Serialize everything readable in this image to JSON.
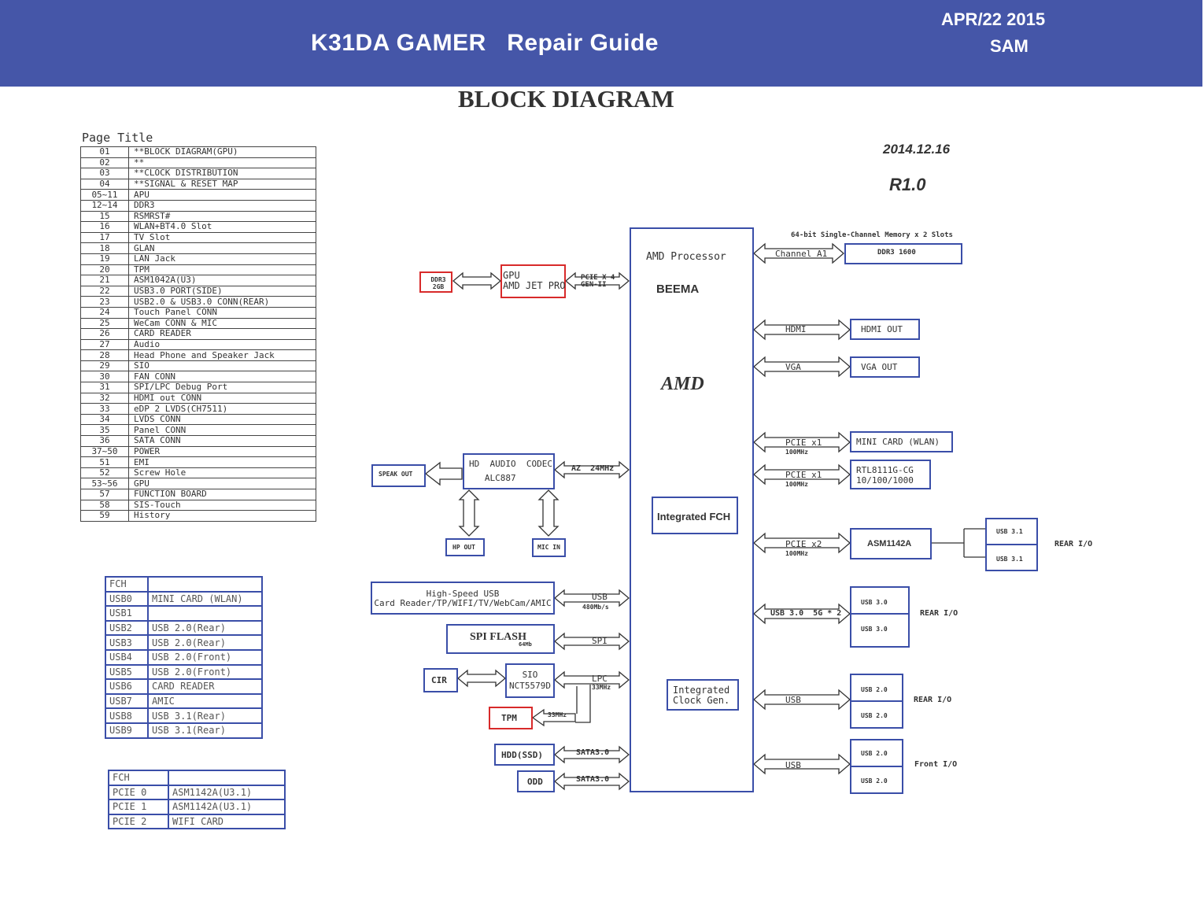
{
  "header": {
    "title": "K31DA GAMER   Repair Guide",
    "date": "APR/22 2015",
    "author": "SAM"
  },
  "heading": "BLOCK DIAGRAM",
  "revision": {
    "date": "2014.12.16",
    "rev": "R1.0"
  },
  "page_title": {
    "caption": "Page Title",
    "rows": [
      [
        "01",
        "**BLOCK DIAGRAM(GPU)"
      ],
      [
        "02",
        "**"
      ],
      [
        "03",
        "**CLOCK DISTRIBUTION"
      ],
      [
        "04",
        "**SIGNAL & RESET MAP"
      ],
      [
        "05~11",
        "APU"
      ],
      [
        "12~14",
        "DDR3"
      ],
      [
        "15",
        "RSMRST#"
      ],
      [
        "16",
        "WLAN+BT4.0 Slot"
      ],
      [
        "17",
        "TV Slot"
      ],
      [
        "18",
        "GLAN"
      ],
      [
        "19",
        "LAN Jack"
      ],
      [
        "20",
        "TPM"
      ],
      [
        "21",
        "ASM1042A(U3)"
      ],
      [
        "22",
        "USB3.0 PORT(SIDE)"
      ],
      [
        "23",
        "USB2.0 & USB3.0 CONN(REAR)"
      ],
      [
        "24",
        "Touch Panel CONN"
      ],
      [
        "25",
        "WeCam CONN & MIC"
      ],
      [
        "26",
        "CARD READER"
      ],
      [
        "27",
        "Audio"
      ],
      [
        "28",
        "Head Phone and Speaker Jack"
      ],
      [
        "29",
        "SIO"
      ],
      [
        "30",
        "FAN CONN"
      ],
      [
        "31",
        "SPI/LPC Debug Port"
      ],
      [
        "32",
        "HDMI out CONN"
      ],
      [
        "33",
        "eDP 2 LVDS(CH7511)"
      ],
      [
        "34",
        "LVDS CONN"
      ],
      [
        "35",
        "Panel CONN"
      ],
      [
        "36",
        "SATA CONN"
      ],
      [
        "37~50",
        "POWER"
      ],
      [
        "51",
        "EMI"
      ],
      [
        "52",
        "Screw Hole"
      ],
      [
        "53~56",
        "GPU"
      ],
      [
        "57",
        "FUNCTION BOARD"
      ],
      [
        "58",
        "SIS-Touch"
      ],
      [
        "59",
        "History"
      ]
    ]
  },
  "fch_usb": {
    "rows": [
      [
        "FCH",
        ""
      ],
      [
        "USB0",
        "MINI CARD (WLAN)"
      ],
      [
        "USB1",
        ""
      ],
      [
        "USB2",
        "USB 2.0(Rear)"
      ],
      [
        "USB3",
        "USB 2.0(Rear)"
      ],
      [
        "USB4",
        "USB 2.0(Front)"
      ],
      [
        "USB5",
        "USB 2.0(Front)"
      ],
      [
        "USB6",
        "CARD READER"
      ],
      [
        "USB7",
        "AMIC"
      ],
      [
        "USB8",
        "USB 3.1(Rear)"
      ],
      [
        "USB9",
        "USB 3.1(Rear)"
      ]
    ]
  },
  "fch_pcie": {
    "rows": [
      [
        "FCH",
        ""
      ],
      [
        "PCIE 0",
        "ASM1142A(U3.1)"
      ],
      [
        "PCIE 1",
        "ASM1142A(U3.1)"
      ],
      [
        "PCIE 2",
        "WIFI CARD"
      ]
    ]
  },
  "diagram": {
    "apu": {
      "title": "AMD Processor",
      "codename": "BEEMA",
      "brand": "AMD"
    },
    "fch": "Integrated FCH",
    "clock_gen": "Integrated\nClock Gen.",
    "memory_note": "64-bit Single-Channel Memory x 2 Slots",
    "channel_a1": "Channel A1",
    "ddr3_1600": "DDR3 1600",
    "gpu": "GPU\nAMD JET PRO",
    "gpu_ddr3": "DDR3\n2GB",
    "gpu_link": "PCIE X 4\nGEN-II",
    "hdmi_link": "HDMI",
    "hdmi_out": "HDMI  OUT",
    "vga_link": "VGA",
    "vga_out": "VGA  OUT",
    "pcie_wlan_link": "PCIE x1",
    "pcie_wlan_freq": "100MHz",
    "mini_card": "MINI  CARD  (WLAN)",
    "pcie_lan_link": "PCIE x1",
    "pcie_lan_freq": "100MHz",
    "lan": "RTL8111G-CG\n10/100/1000",
    "pcie_asm_link": "PCIE x2",
    "pcie_asm_freq": "100MHz",
    "asm": "ASM1142A",
    "usb31a": "USB 3.1",
    "usb31b": "USB 3.1",
    "rear_io_1": "REAR I/O",
    "usb30_link": "USB 3.0  5G * 2",
    "usb30a": "USB 3.0",
    "usb30b": "USB 3.0",
    "rear_io_2": "REAR I/O",
    "usb_link_rear": "USB",
    "usb20a": "USB 2.0",
    "usb20b": "USB 2.0",
    "rear_io_3": "REAR I/O",
    "usb_link_front": "USB",
    "usb20c": "USB 2.0",
    "usb20d": "USB 2.0",
    "front_io": "Front I/O",
    "audio_codec": "HD  AUDIO  CODEC\n   ALC887",
    "az_link": "AZ  24MHz",
    "speak_out": "SPEAK OUT",
    "hp_out": "HP OUT",
    "mic_in": "MIC IN",
    "hs_usb": "High-Speed USB\nCard Reader/TP/WIFI/TV/WebCam/AMIC",
    "usb_hs_link": "USB",
    "usb_hs_rate": "480Mb/s",
    "spi_flash": "SPI FLASH",
    "spi_size": "64Mb",
    "spi_link": "SPI",
    "cir": "CIR",
    "sio": "SIO\nNCT5579D",
    "lpc_link": "LPC",
    "lpc_freq": "33MHz",
    "tpm": "TPM",
    "tpm_clk": "33MHz",
    "hdd": "HDD(SSD)",
    "sata_hdd": "SATA3.0",
    "odd": "ODD",
    "sata_odd": "SATA3.0"
  },
  "colors": {
    "banner": "#4556a8",
    "block_border": "#3a4ea8",
    "highlight": "#d82a2a"
  }
}
